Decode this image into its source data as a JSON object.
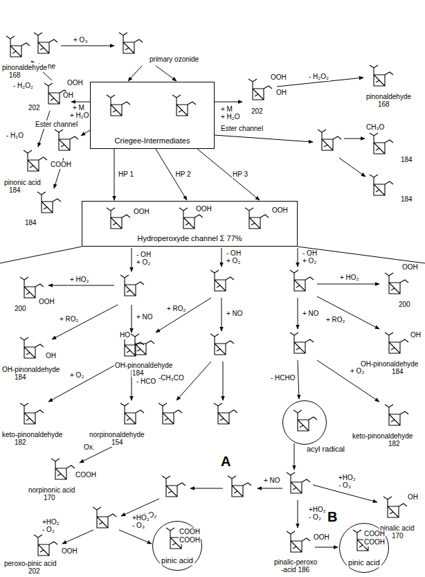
{
  "diagram": {
    "nodes": [
      {
        "text": [
          "Criegee-Intermediates"
        ]
      },
      {
        "text": [
          "Hydroperoxyde channel Σ 77%"
        ]
      },
      {
        "text": [
          "acyl radical"
        ]
      },
      {
        "text": [
          "pinic acid"
        ]
      },
      {
        "text": [
          "pinic acid"
        ]
      }
    ],
    "edges": [
      {
        "from": 0,
        "to": 1,
        "label": "HP 1",
        "arrow": "to"
      },
      {
        "from": 0,
        "to": 1,
        "label": "HP 2",
        "arrow": "to"
      },
      {
        "from": 0,
        "to": 1,
        "label": "HP 3",
        "arrow": "to"
      }
    ],
    "labels": [
      "α-pinene",
      "+ O₃",
      "primary ozonide",
      "pinonaldehyde",
      "168",
      "- H₂O₂",
      "OOH",
      "OH",
      "202",
      "+ M",
      "+ H₂O",
      "- H₂O",
      "Ester channel",
      "COOH",
      "pinonic acid",
      "184",
      "184",
      "+ M",
      "+ H₂O",
      "OOH",
      "OH",
      "202",
      "- H₂O₂",
      "pinonaldehyde",
      "168",
      "Ester channel",
      "CH₃O",
      "184",
      "184",
      "OOH",
      "OOH",
      "OOH",
      "- OH",
      "+ O₂",
      "+ HO₂",
      "OOH",
      "200",
      "+ RO₂",
      "+ NO",
      "OH",
      "OH-pinonaldehyde",
      "184",
      "+ O₂",
      "keto-pinonaldehyde",
      "182",
      "- HCO",
      "norpinonaldehyde",
      "154",
      "Ox.",
      "COOH",
      "norpinonic acid",
      "170",
      "- OH",
      "+ O₂",
      "+ RO₂",
      "+ NO",
      "HO",
      "OH-pinonaldehyde",
      "184",
      "-CH₃CO",
      "- OH",
      "+ O₂",
      "+ HO₂",
      "OOH",
      "200",
      "+ NO",
      "+ RO₂",
      "OH",
      "OH-pinonaldehyde",
      "184",
      "+ O₂",
      "- HCHO",
      "keto-pinonaldehyde",
      "182",
      "A",
      "+ NO",
      "+ O₂",
      "+HO₂",
      "- O₂",
      "OOH",
      "peroxo-pinic acid",
      "202",
      "+HO₂",
      "- O₃",
      "COOH",
      "COOH",
      "+HO₂",
      "- O₃",
      "OH",
      "pinalic acid",
      "170",
      "+HO₂",
      "- O₂",
      "B",
      "pinalic-peroxo",
      "-acid 186",
      "OOH",
      "COOH",
      "COOH"
    ]
  }
}
